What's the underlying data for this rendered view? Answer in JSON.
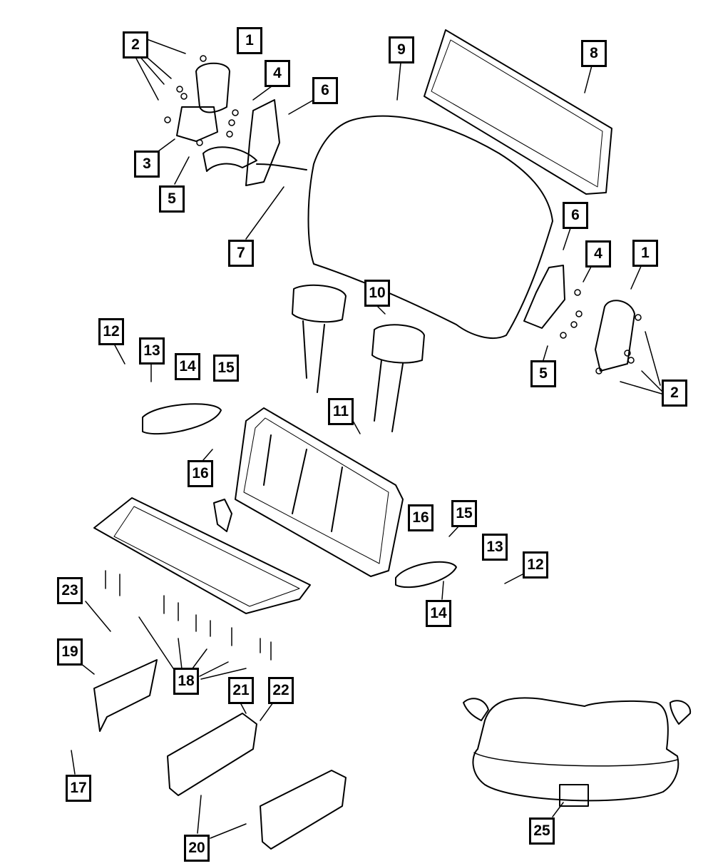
{
  "diagram": {
    "callouts": [
      "2",
      "1",
      "4",
      "6",
      "9",
      "8",
      "3",
      "5",
      "7",
      "6",
      "4",
      "1",
      "10",
      "12",
      "13",
      "14",
      "15",
      "5",
      "2",
      "11",
      "16",
      "16",
      "15",
      "13",
      "12",
      "14",
      "23",
      "19",
      "18",
      "21",
      "22",
      "17",
      "20",
      "25"
    ],
    "colors": {
      "ink": "#000000",
      "background": "#ffffff"
    }
  }
}
